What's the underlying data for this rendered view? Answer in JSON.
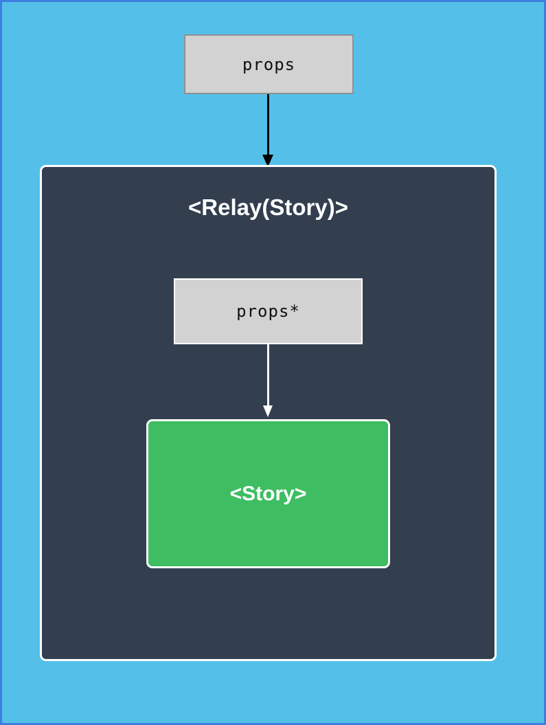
{
  "nodes": {
    "props": {
      "label": "props"
    },
    "relay": {
      "label": "<Relay(Story)>"
    },
    "props_star": {
      "label": "props*"
    },
    "story": {
      "label": "<Story>"
    }
  },
  "arrows": {
    "props_to_relay": {
      "from": "props",
      "to": "relay",
      "color": "#000000"
    },
    "props_star_to_story": {
      "from": "props_star",
      "to": "story",
      "color": "#ffffff"
    }
  },
  "colors": {
    "background": "#54c0e9",
    "frame_border": "#3d7fe0",
    "relay_background": "#333f4f",
    "props_box_background": "#d2d2d2",
    "props_box_border": "#909090",
    "props_star_box_border": "#ffffff",
    "story_box_background": "#3ebd62",
    "box_border_white": "#ffffff",
    "label_dark": "#111111",
    "label_light": "#ffffff"
  }
}
